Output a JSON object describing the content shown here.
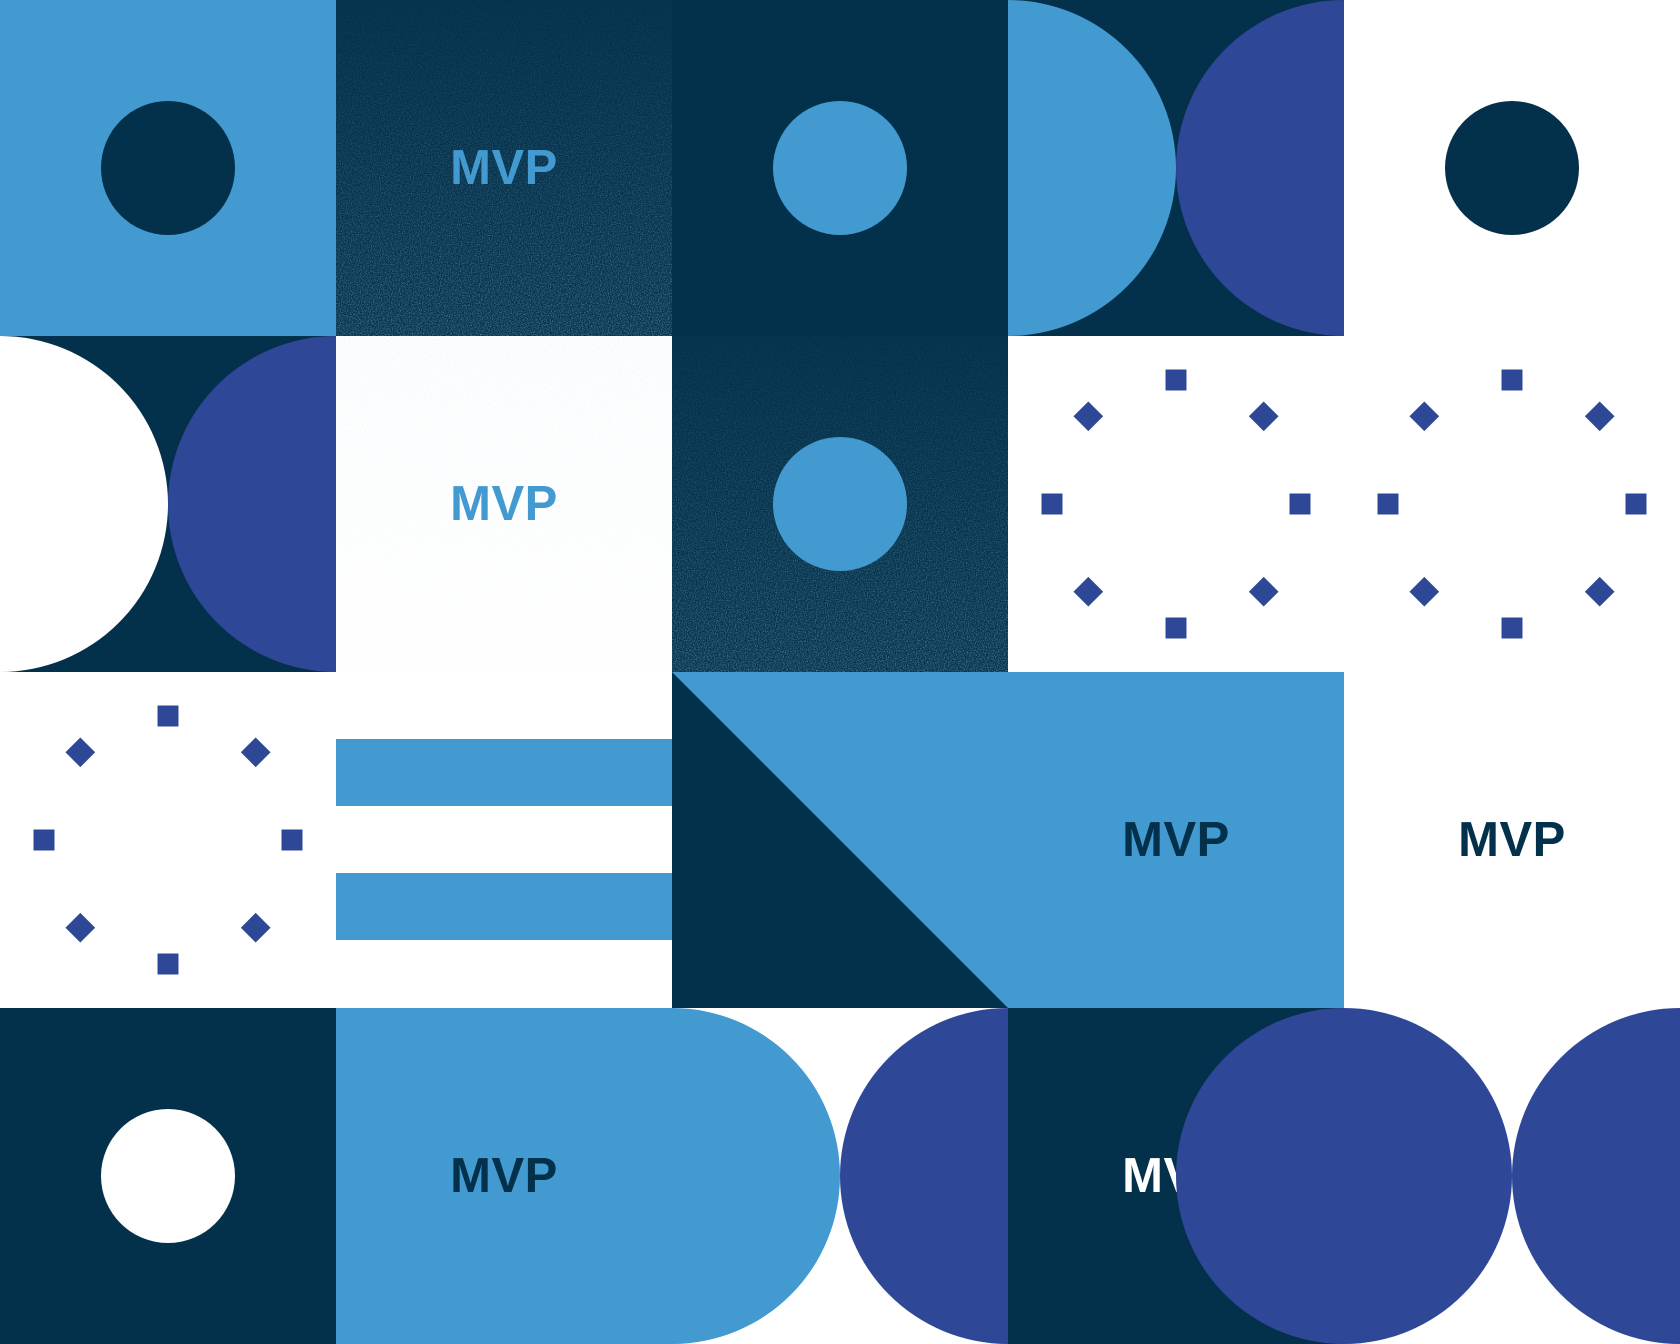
{
  "colors": {
    "navy": "#03304A",
    "light_blue": "#439AD0",
    "royal_blue": "#2E4797",
    "white": "#FFFFFF"
  },
  "labels": {
    "r1c2": "MVP",
    "r2c2": "MVP",
    "r3c4": "MVP",
    "r3c5": "MVP",
    "r4c2": "MVP",
    "r4c4": "MVP"
  }
}
